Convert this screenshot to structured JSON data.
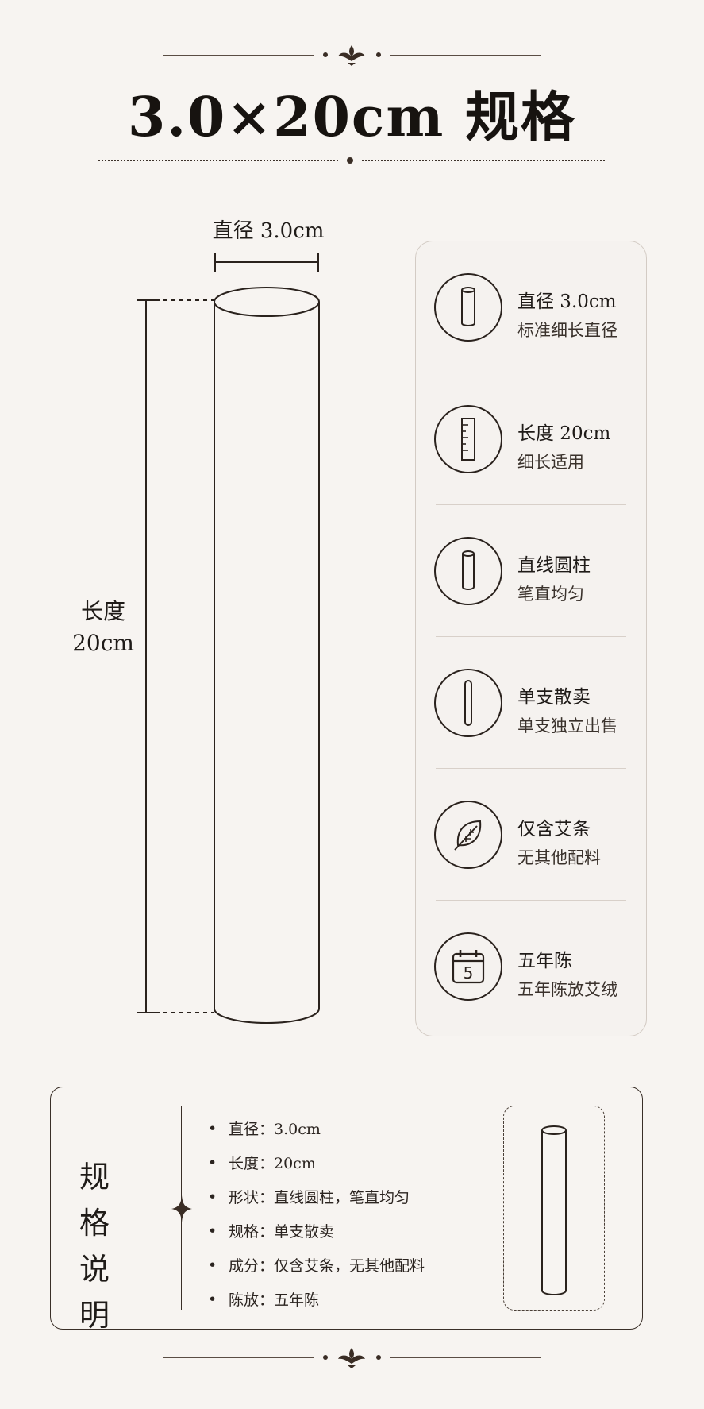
{
  "header": {
    "title": "3.0×20cm 规格"
  },
  "diagram": {
    "diameter_label": "直径 3.0cm",
    "length_label_line1": "长度",
    "length_label_line2": "20cm"
  },
  "features": [
    {
      "icon": "cylinder-icon",
      "title": "直径 3.0cm",
      "subtitle": "标准细长直径"
    },
    {
      "icon": "ruler-icon",
      "title": "长度 20cm",
      "subtitle": "细长适用"
    },
    {
      "icon": "cylinder-icon",
      "title": "直线圆柱",
      "subtitle": "笔直均匀"
    },
    {
      "icon": "single-stick-icon",
      "title": "单支散卖",
      "subtitle": "单支独立出售"
    },
    {
      "icon": "leaf-icon",
      "title": "仅含艾条",
      "subtitle": "无其他配料"
    },
    {
      "icon": "calendar-icon",
      "title": "五年陈",
      "subtitle": "五年陈放艾绒",
      "icon_text": "5"
    }
  ],
  "spec": {
    "heading_line1": "规 格",
    "heading_line2": "说 明",
    "bullet": "•",
    "items": [
      "直径：3.0cm",
      "长度：20cm",
      "形状：直线圆柱，笔直均匀",
      "规格：单支散卖",
      "成分：仅含艾条，无其他配料",
      "陈放：五年陈"
    ]
  },
  "colors": {
    "background": "#f7f4f1",
    "ink": "#1f1b18",
    "ornament": "#3a2d25"
  }
}
